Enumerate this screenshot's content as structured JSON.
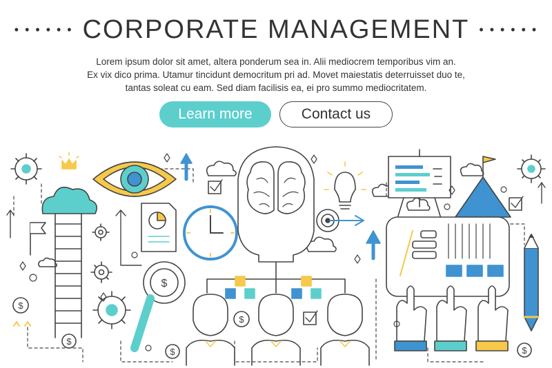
{
  "header": {
    "title": "CORPORATE MANAGEMENT",
    "left_dots": "• • • • • •",
    "right_dots": "• • • • • •"
  },
  "intro": {
    "lines": [
      "Lorem ipsum dolor sit amet, altera ponderum sea in. Alii mediocrem temporibus vim an.",
      "Ex vix dico prima. Utamur tincidunt democritum pri ad. Movet maiestatis deterruisset duo te,",
      "tantas soleat cu eam. Sed diam facilisis ea, ei pro summo mediocritatem."
    ]
  },
  "buttons": {
    "learn_more": "Learn more",
    "contact_us": "Contact us"
  },
  "illustration": {
    "currency_symbol": "$",
    "colors": {
      "teal": "#5ccfcd",
      "blue": "#3f93d1",
      "yellow": "#f6c94a",
      "outline": "#444444"
    },
    "icons": [
      "gear-icon",
      "crown-icon",
      "eye-icon",
      "cloud-icon",
      "ladder-icon",
      "flag-icon",
      "document-chart-icon",
      "clock-icon",
      "magnifier-dollar-icon",
      "brain-head-icon",
      "lightbulb-icon",
      "target-icon",
      "presentation-board-icon",
      "mountain-flag-icon",
      "tablet-icon",
      "pencil-icon",
      "hand-icon",
      "person-icon",
      "arrow-up-icon",
      "checkbox-icon"
    ]
  }
}
